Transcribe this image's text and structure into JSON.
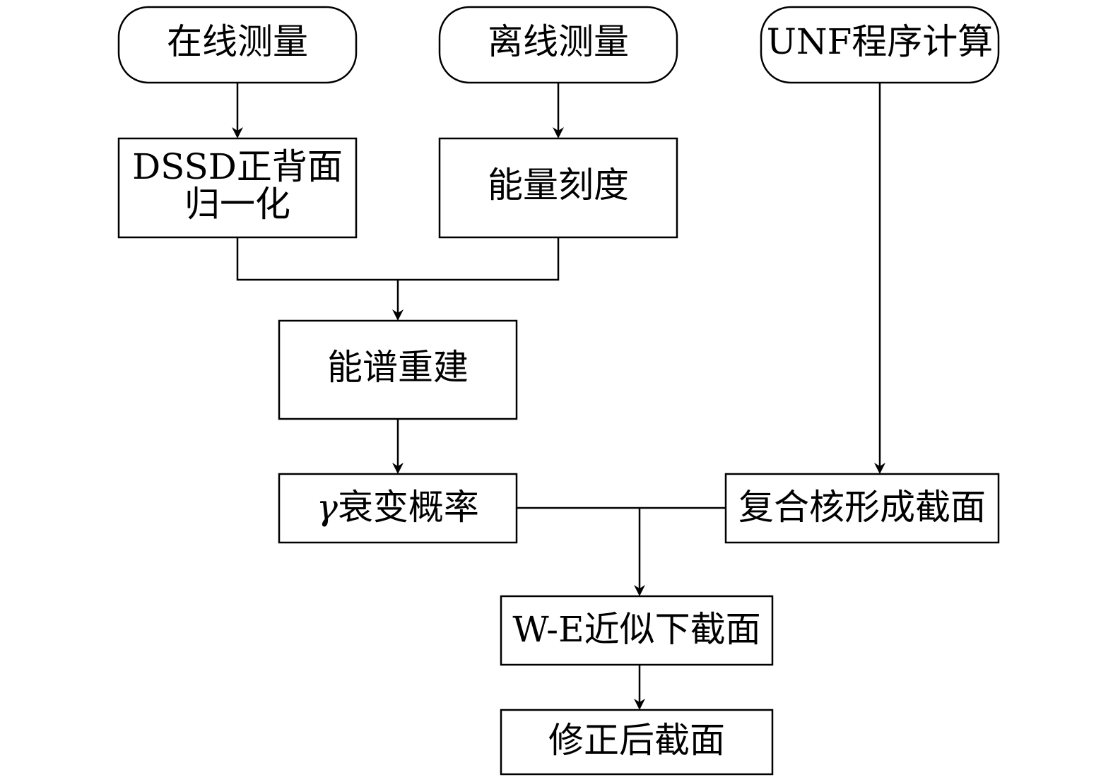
{
  "nodes": {
    "online_measurement": "在线测量",
    "offline_measurement": "离线测量",
    "unf_calculation": "UNF程序计算",
    "dssd_normalization_line1": "DSSD正背面",
    "dssd_normalization_line2": "归一化",
    "energy_calibration": "能量刻度",
    "spectrum_reconstruction": "能谱重建",
    "gamma_symbol": "γ",
    "gamma_decay_probability": "衰变概率",
    "compound_formation_cross_section": "复合核形成截面",
    "we_approximation_cross_section": "W-E近似下截面",
    "corrected_cross_section": "修正后截面"
  }
}
